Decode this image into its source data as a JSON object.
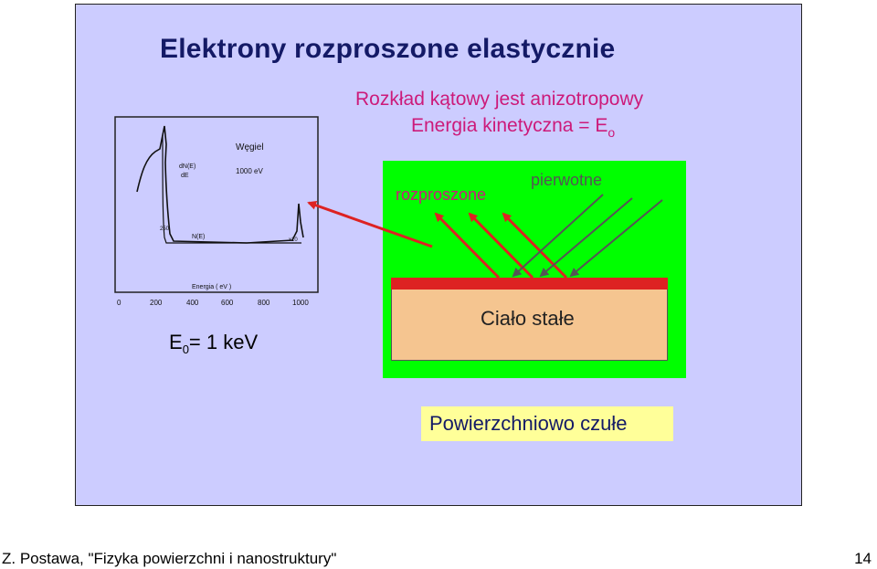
{
  "slide": {
    "title": "Elektrony rozproszone elastycznie",
    "subtitle_line1": "Rozkład kątowy jest anizotropowy",
    "subtitle_line2": "Energia kinetyczna = E",
    "subtitle_line2_sub": "o"
  },
  "graph": {
    "label_element": "Węgiel",
    "label_dn": "dN(E)",
    "label_de": "dE",
    "label_energy0": "1000 eV",
    "label_ne": "N(E)",
    "label_x": "Energia ( eV )",
    "label_x10": "x10",
    "label_250": "250",
    "ticks": [
      "0",
      "200",
      "400",
      "600",
      "800",
      "1000"
    ]
  },
  "energy_label": {
    "prefix": "E",
    "sub": "0",
    "value": "= 1 keV"
  },
  "diagram": {
    "scattered_label": "rozproszone",
    "primary_label": "pierwotne",
    "solid_label": "Ciało stałe",
    "surface_label": "Powierzchniowo czułe"
  },
  "colors": {
    "background": "#ccccff",
    "title": "#141a66",
    "subtitle": "#cc1a7a",
    "green_panel": "#00ff00",
    "solid": "#f5c590",
    "surface": "#dd2222",
    "highlight": "#ffff99"
  },
  "footer": {
    "text": "Z. Postawa, \"Fizyka powierzchni i nanostruktury\"",
    "page": "14"
  }
}
